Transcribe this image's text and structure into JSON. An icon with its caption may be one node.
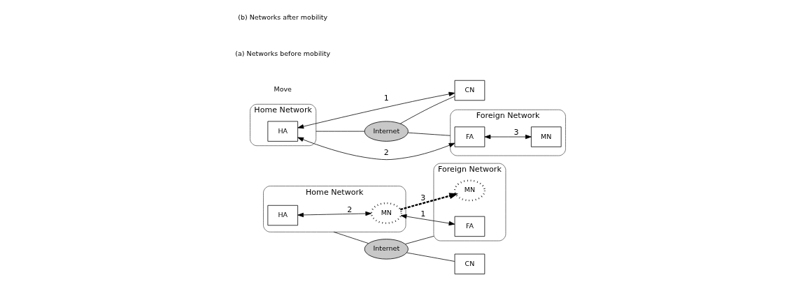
{
  "diagram": {
    "nodes": [
      {
        "text": [
          "Home Network"
        ]
      },
      {
        "text": [
          "HA"
        ],
        "in": 0
      },
      {
        "text": [
          "MN"
        ],
        "in": 0
      },
      {
        "text": [
          "Internet"
        ]
      },
      {
        "text": [
          "CN"
        ]
      },
      {
        "text": [
          "Foreign Network"
        ]
      },
      {
        "text": [
          "FA"
        ],
        "in": 5
      },
      {
        "text": [
          "MN"
        ],
        "in": 5
      },
      {
        "text": [
          "Home Network"
        ]
      },
      {
        "text": [
          "HA"
        ],
        "in": 8
      },
      {
        "text": [
          "Internet"
        ]
      },
      {
        "text": [
          "CN"
        ]
      },
      {
        "text": [
          "Foreign Network"
        ]
      },
      {
        "text": [
          "FA"
        ],
        "in": 12
      },
      {
        "text": [
          "MN"
        ],
        "in": 12
      }
    ],
    "edges": [
      {
        "from": 1,
        "to": 2,
        "arrow": "both",
        "label": "2"
      },
      {
        "from": 2,
        "to": 6,
        "arrow": "both",
        "label": "1"
      },
      {
        "from": 2,
        "to": 7,
        "arrow": "to",
        "label": "3",
        "style": "dashed"
      },
      {
        "from": 0,
        "to": 3,
        "arrow": "none"
      },
      {
        "from": 3,
        "to": 4,
        "arrow": "none"
      },
      {
        "from": 3,
        "to": 5,
        "arrow": "none"
      },
      {
        "from": 9,
        "to": 11,
        "arrow": "both",
        "label": "1"
      },
      {
        "from": 9,
        "to": 13,
        "arrow": "both",
        "label": "2"
      },
      {
        "from": 13,
        "to": 14,
        "arrow": "both",
        "label": "3"
      },
      {
        "from": 8,
        "to": 10,
        "arrow": "none"
      },
      {
        "from": 10,
        "to": 11,
        "arrow": "none"
      },
      {
        "from": 10,
        "to": 12,
        "arrow": "none"
      }
    ],
    "labels": [
      "Move",
      "(a) Networks before mobility",
      "(b) Networks after mobility"
    ]
  }
}
